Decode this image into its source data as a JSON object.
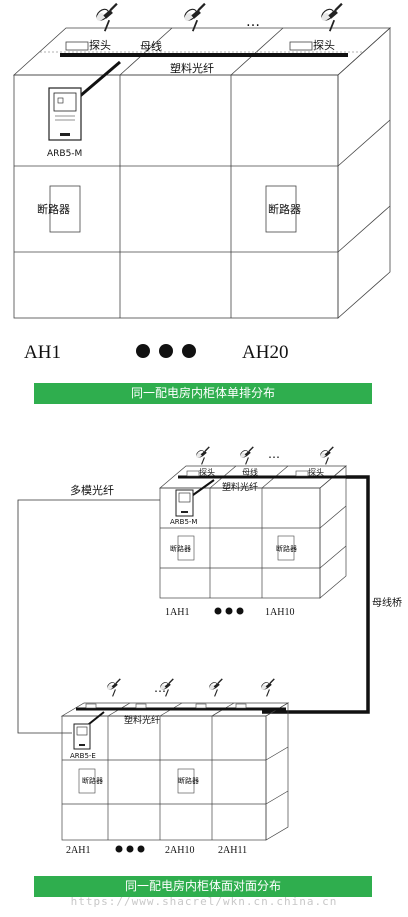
{
  "diagram1": {
    "probe_left": "探头",
    "busbar": "母线",
    "probe_right": "探头",
    "fiber": "塑料光纤",
    "device": "ARB5-M",
    "breaker_left": "断路器",
    "breaker_right": "断路器",
    "ellipsis": "…",
    "cab_first": "AH1",
    "cab_last": "AH20",
    "caption": "同一配电房内柜体单排分布"
  },
  "diagram2": {
    "upper": {
      "probe_left": "探头",
      "busbar": "母线",
      "probe_right": "探头",
      "fiber": "塑料光纤",
      "device": "ARB5-M",
      "breaker_left": "断路器",
      "breaker_right": "断路器",
      "cab_first": "1AH1",
      "cab_last": "1AH10"
    },
    "multimode_fiber": "多模光纤",
    "busbar_bridge": "母线桥",
    "lower": {
      "fiber": "塑料光纤",
      "device": "ARB5-E",
      "breaker_left": "断路器",
      "breaker_right": "断路器",
      "cab_first": "2AH1",
      "cab_mid": "2AH10",
      "cab_last": "2AH11"
    },
    "ellipsis": "…",
    "caption": "同一配电房内柜体面对面分布"
  },
  "watermark": "https://www.shacrel/wkn.cn.china.cn",
  "colors": {
    "banner": "#2fae4e",
    "line": "#111111",
    "stroke": "#333333"
  }
}
